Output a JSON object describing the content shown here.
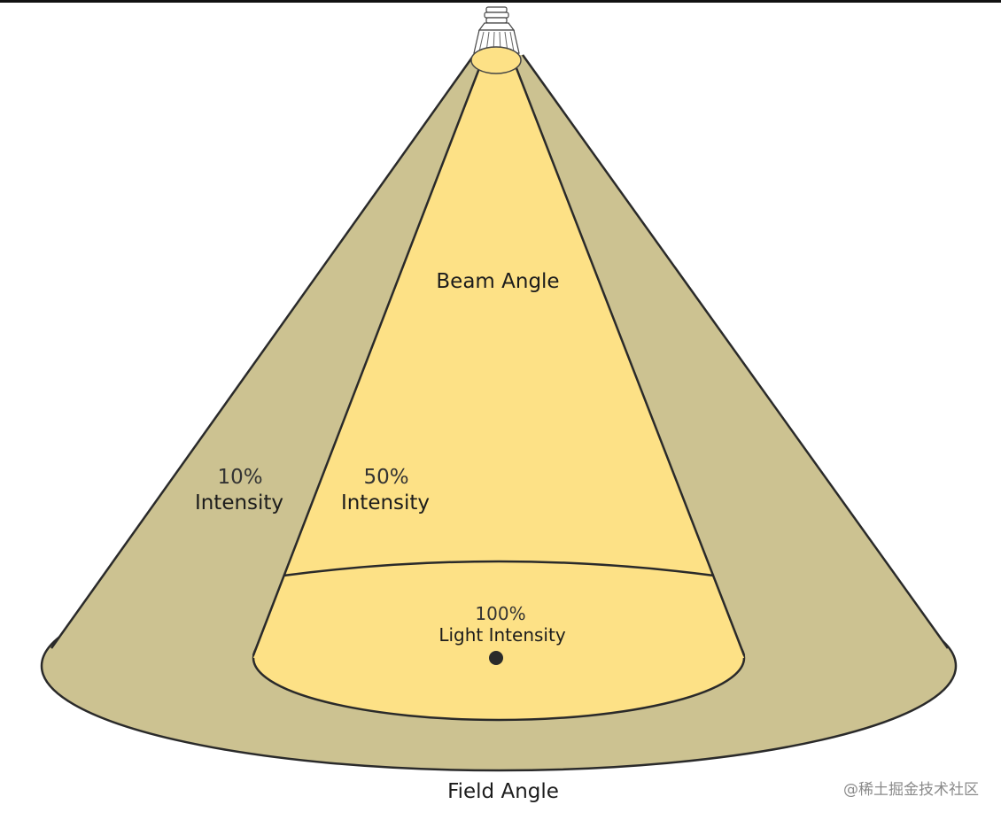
{
  "diagram": {
    "beam_angle_label": "Beam Angle",
    "field_angle_label": "Field Angle",
    "outer_cone": {
      "percent": "10%",
      "label": "Intensity"
    },
    "inner_cone": {
      "percent": "50%",
      "label": "Intensity"
    },
    "center": {
      "percent": "100%",
      "label": "Light Intensity"
    }
  },
  "watermark": "@稀土掘金技术社区",
  "colors": {
    "field_fill": "#ccc291",
    "beam_fill": "#fde186",
    "outline": "#2a2a2a",
    "bulb_lens": "#fde186"
  }
}
